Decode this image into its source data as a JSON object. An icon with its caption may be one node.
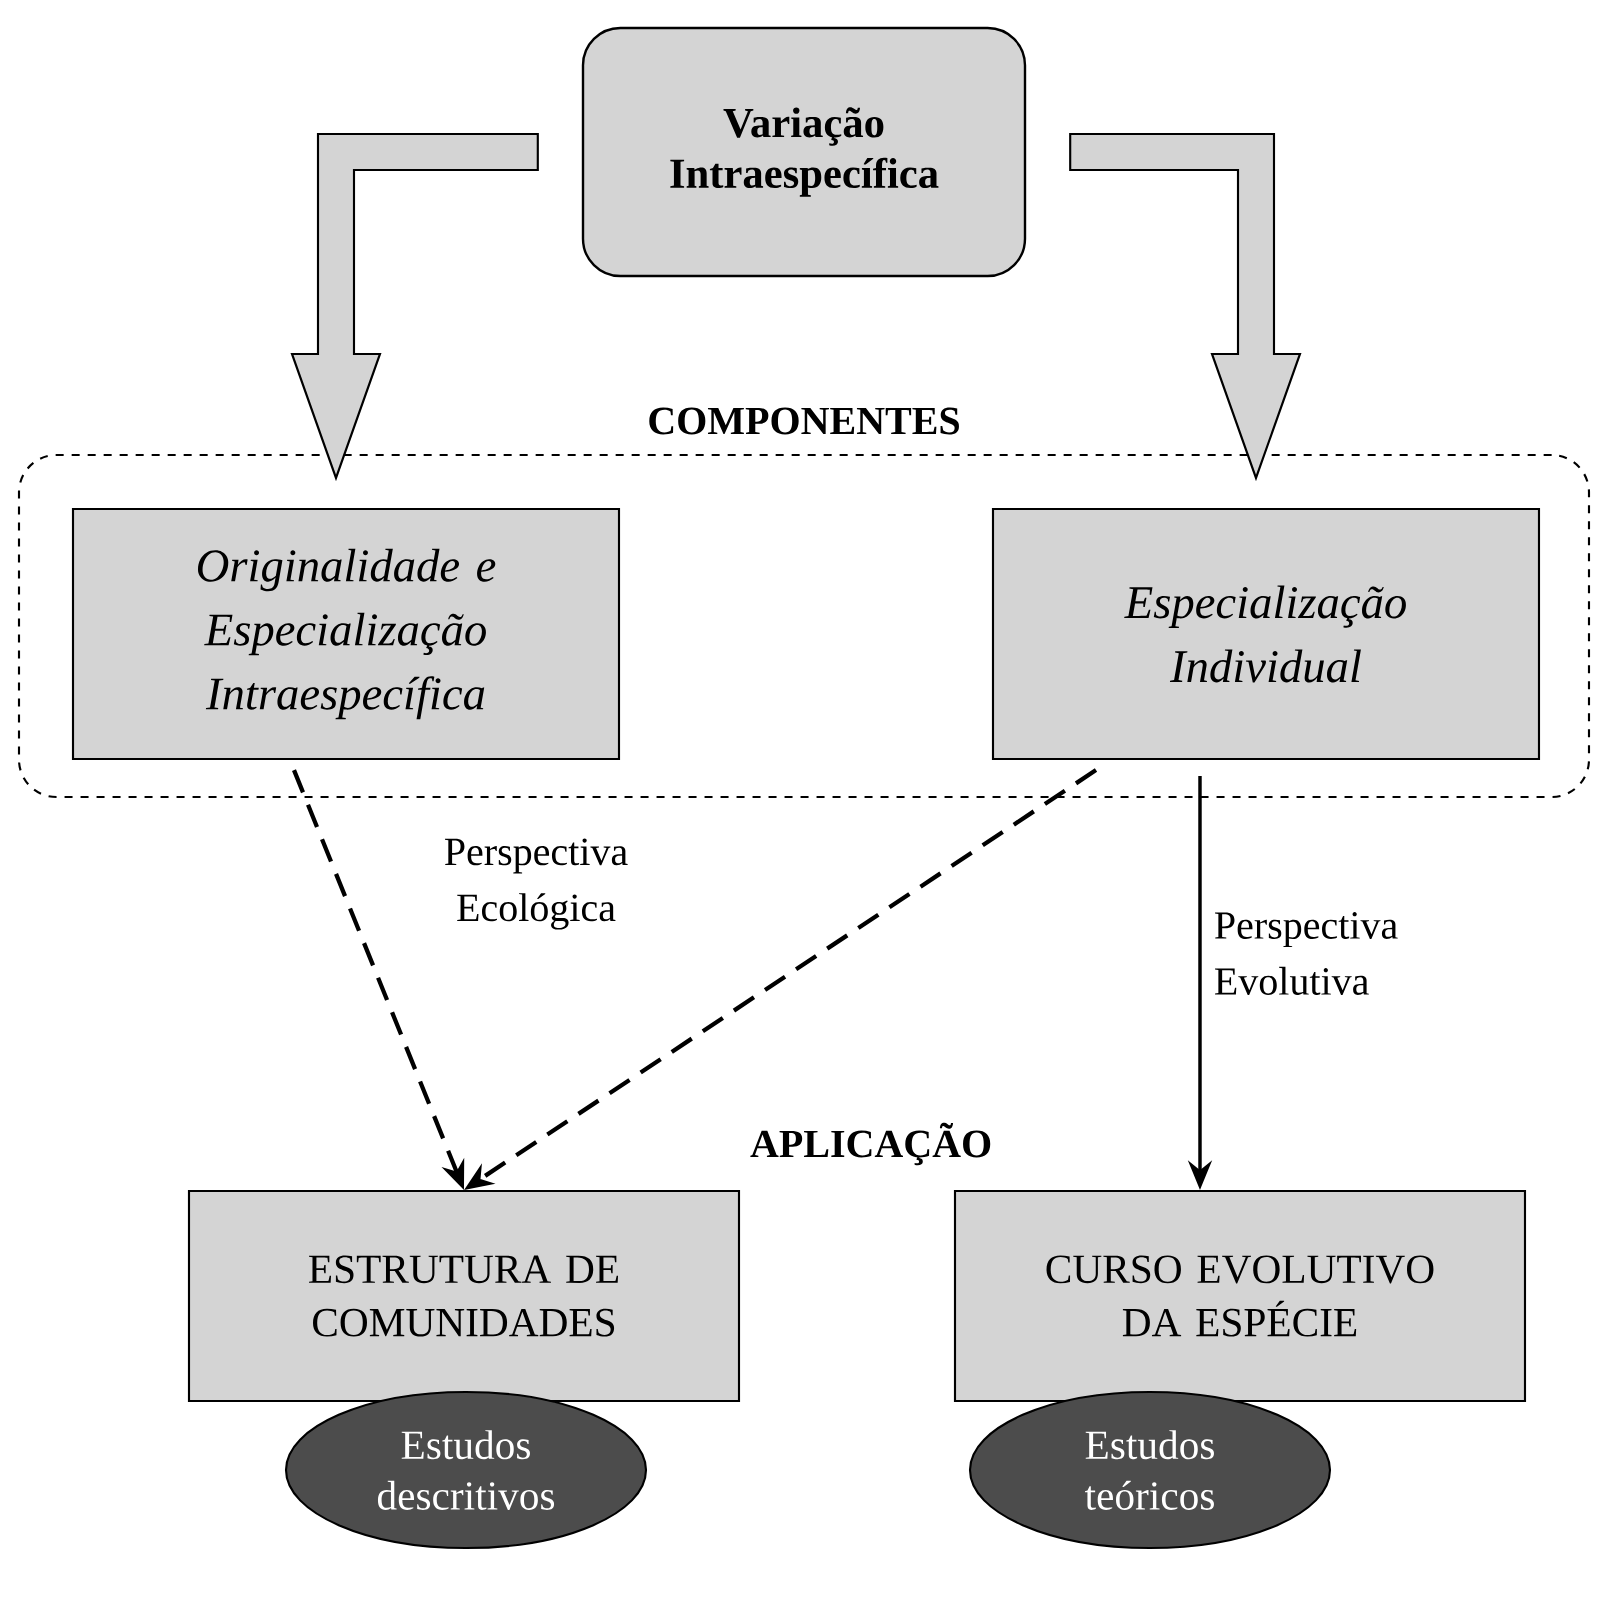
{
  "diagram": {
    "nodes": [
      {
        "text": [
          "Variação Intraespecífica"
        ]
      },
      {
        "text": [
          "COMPONENTES"
        ]
      },
      {
        "text": [
          "Originalidade e Especialização Intraespecífica"
        ],
        "in": 1
      },
      {
        "text": [
          "Especialização Individual"
        ],
        "in": 1
      },
      {
        "text": [
          "ESTRUTURA DE COMUNIDADES"
        ]
      },
      {
        "text": [
          "CURSO EVOLUTIVO DA ESPÉCIE"
        ]
      },
      {
        "text": [
          "Estudos descritivos"
        ]
      },
      {
        "text": [
          "Estudos teóricos"
        ]
      }
    ],
    "edges": [
      {
        "from": 0,
        "to": 2,
        "arrow": "to",
        "style": "thick"
      },
      {
        "from": 0,
        "to": 3,
        "arrow": "to",
        "style": "thick"
      },
      {
        "from": 2,
        "to": 4,
        "arrow": "to",
        "style": "dashed"
      },
      {
        "from": 3,
        "to": 4,
        "arrow": "to",
        "style": "dashed"
      },
      {
        "from": 3,
        "to": 5,
        "arrow": "to",
        "label": "Perspectiva Evolutiva"
      }
    ],
    "labels": [
      "Perspectiva Ecológica",
      "APLICAÇÃO"
    ]
  }
}
